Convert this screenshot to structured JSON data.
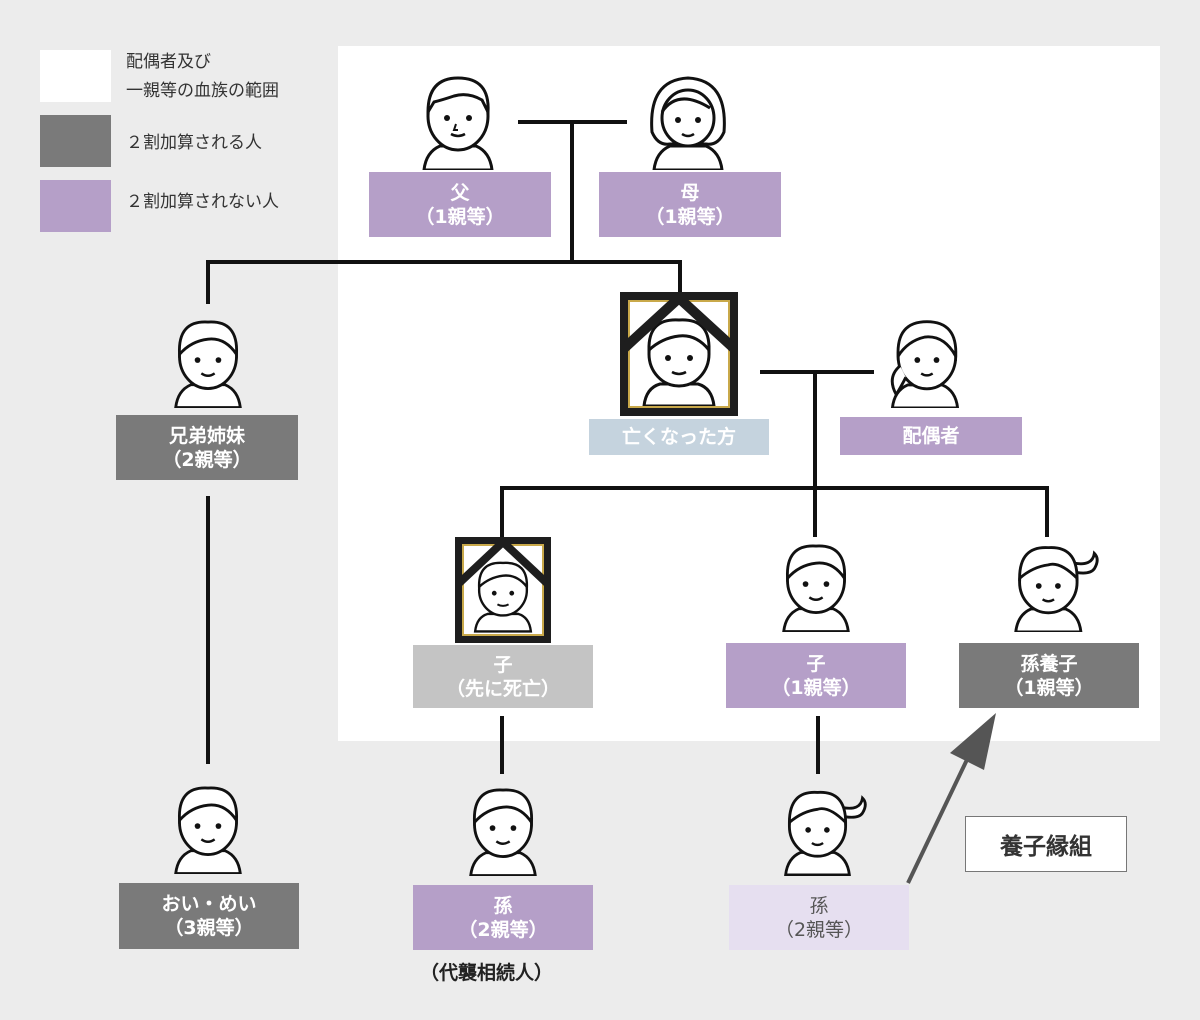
{
  "legend": {
    "blood_range": "配偶者及び\n一親等の血族の範囲",
    "surcharge": "２割加算される人",
    "no_surcharge": "２割加算されない人"
  },
  "colors": {
    "surcharge": "#7a7a7a",
    "no_surcharge": "#b59fc8",
    "deceased_self": "#c5d3de",
    "deceased_child": "#c4c4c4",
    "grandchild_adopted_source": "#e6dff0"
  },
  "persons": {
    "father": {
      "name": "父",
      "degree": "（1親等）"
    },
    "mother": {
      "name": "母",
      "degree": "（1親等）"
    },
    "sibling": {
      "name": "兄弟姉妹",
      "degree": "（2親等）"
    },
    "deceased": {
      "name": "亡くなった方"
    },
    "spouse": {
      "name": "配偶者"
    },
    "child_predeceased": {
      "name": "子",
      "degree": "（先に死亡）"
    },
    "child": {
      "name": "子",
      "degree": "（1親等）"
    },
    "adopted_grandchild": {
      "name": "孫養子",
      "degree": "（1親等）"
    },
    "nephew_niece": {
      "name": "おい・めい",
      "degree": "（3親等）"
    },
    "grandchild_rep": {
      "name": "孫",
      "degree": "（2親等）"
    },
    "grandchild": {
      "name": "孫",
      "degree": "（2親等）"
    }
  },
  "annotations": {
    "representative_heir": "（代襲相続人）",
    "adoption": "養子縁組"
  },
  "icons": [
    "father-face-icon",
    "mother-face-icon",
    "mourning-frame-icon",
    "person-face-icon",
    "arrow-icon"
  ]
}
